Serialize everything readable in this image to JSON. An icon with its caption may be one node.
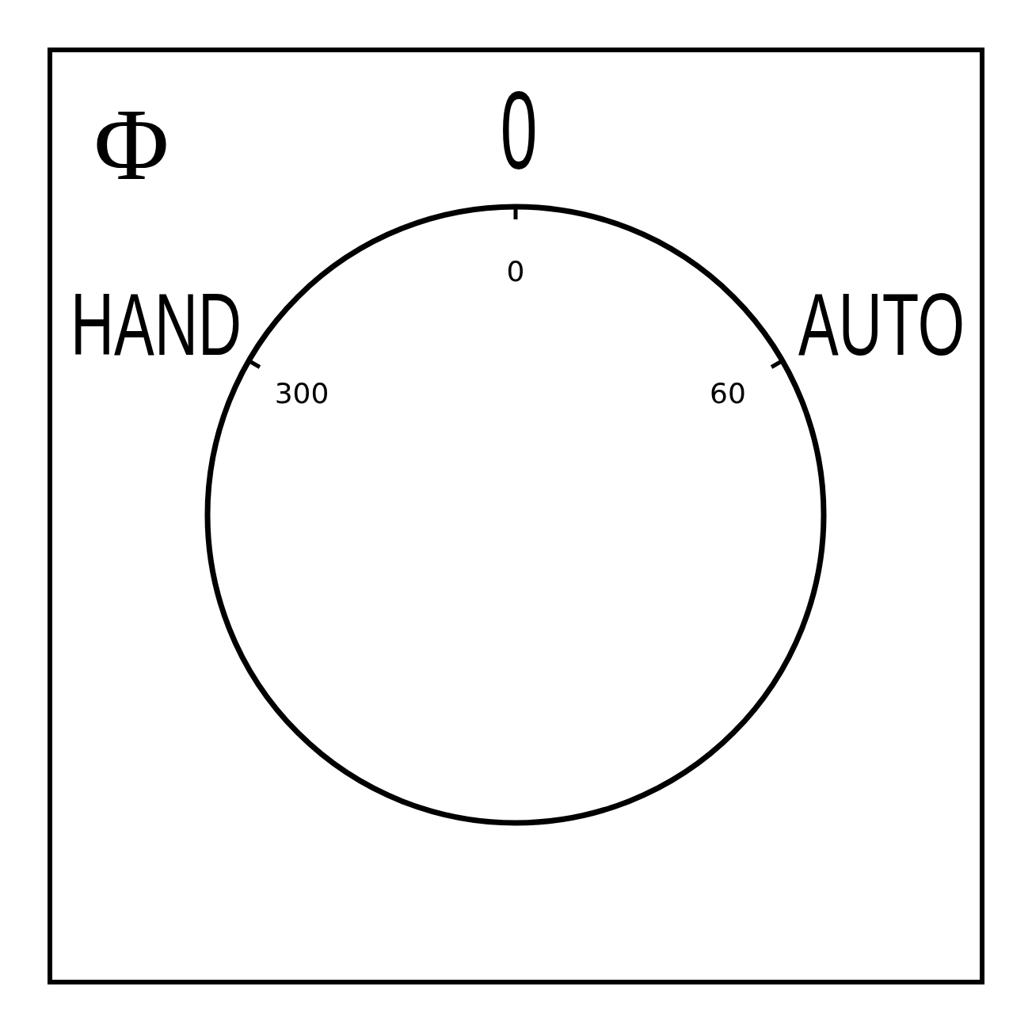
{
  "diagram": {
    "labels": [
      "Φ",
      "0",
      "0",
      "HAND",
      "AUTO",
      "300",
      "60"
    ]
  }
}
